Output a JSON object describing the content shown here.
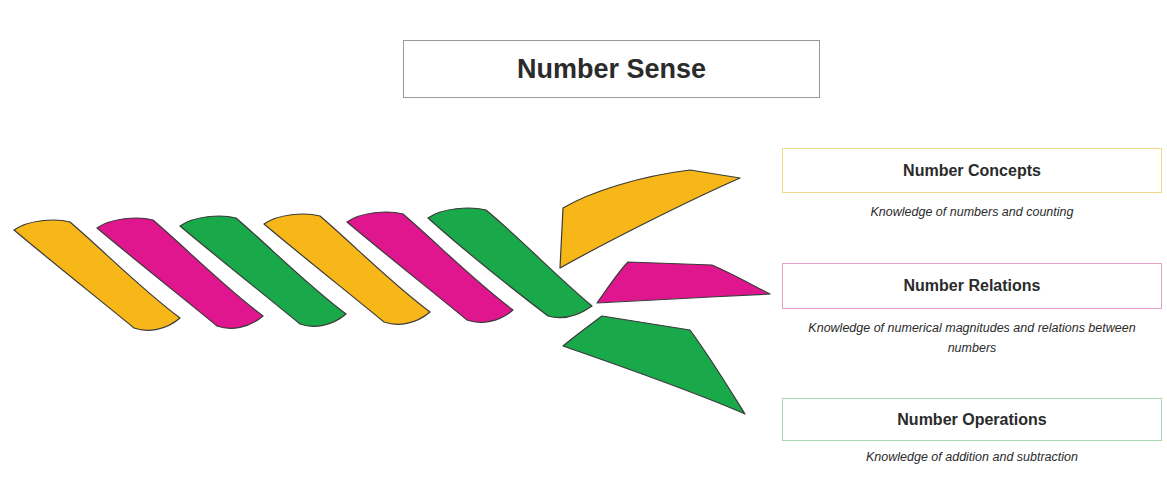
{
  "diagram": {
    "title": "Number Sense",
    "nodes": [
      {
        "text": [
          "Number Concepts",
          "Knowledge of numbers and counting"
        ]
      },
      {
        "text": [
          "Number Relations",
          "Knowledge of numerical magnitudes and relations between numbers"
        ]
      },
      {
        "text": [
          "Number Operations",
          "Knowledge of addition and subtraction"
        ]
      }
    ]
  }
}
